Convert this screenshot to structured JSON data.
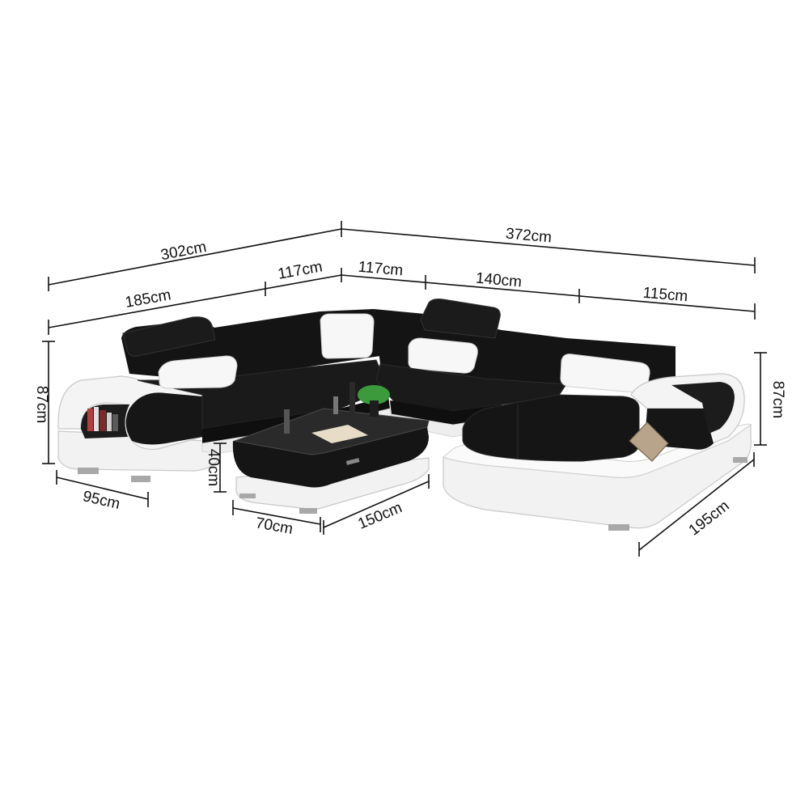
{
  "colors": {
    "leather_black": "#141414",
    "leather_white": "#f2f2f2",
    "background": "#ffffff",
    "dimension_ink": "#111111"
  },
  "dimensions": {
    "overall_left": "302cm",
    "overall_right": "372cm",
    "seg_185": "185cm",
    "seg_117_left": "117cm",
    "seg_117_right": "117cm",
    "seg_140": "140cm",
    "seg_115": "115cm",
    "height_left": "87cm",
    "height_right": "87cm",
    "depth_left": "95cm",
    "table_height": "40cm",
    "table_width": "70cm",
    "table_length": "150cm",
    "chaise_depth": "195cm"
  }
}
